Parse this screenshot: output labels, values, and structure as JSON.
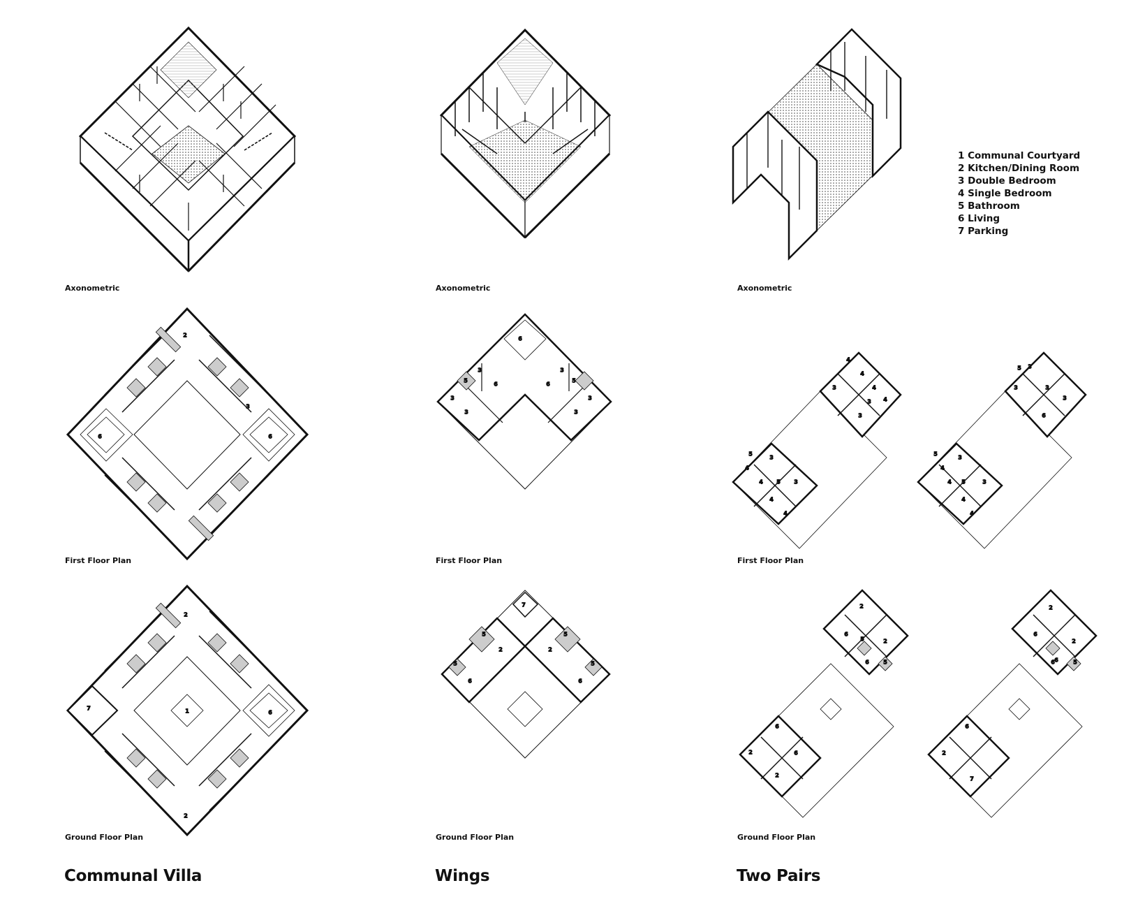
{
  "legend": [
    {
      "num": "1",
      "name": "Communal Courtyard"
    },
    {
      "num": "2",
      "name": "Kitchen/Dining Room"
    },
    {
      "num": "3",
      "name": "Double Bedroom"
    },
    {
      "num": "4",
      "name": "Single Bedroom"
    },
    {
      "num": "5",
      "name": "Bathroom"
    },
    {
      "num": "6",
      "name": "Living"
    },
    {
      "num": "7",
      "name": "Parking"
    }
  ],
  "columns": [
    {
      "title": "Communal Villa",
      "labels": [
        "Axonometric",
        "First Floor Plan",
        "Ground Floor Plan"
      ]
    },
    {
      "title": "Wings",
      "labels": [
        "Axonometric",
        "First Floor Plan",
        "Ground Floor Plan"
      ]
    },
    {
      "title": "Two Pairs",
      "labels": [
        "Axonometric",
        "First Floor Plan",
        "Ground Floor Plan"
      ]
    }
  ],
  "rooms": {
    "villa_first": [
      "2",
      "3",
      "6",
      "6"
    ],
    "villa_ground": [
      "2",
      "2",
      "1",
      "6",
      "7"
    ],
    "wings_first": [
      "6",
      "5",
      "5",
      "3",
      "3",
      "3",
      "3",
      "6",
      "6",
      "3",
      "3"
    ],
    "wings_ground": [
      "7",
      "5",
      "5",
      "5",
      "5",
      "2",
      "2",
      "6",
      "6"
    ],
    "pairs_first": [
      "4",
      "4",
      "3",
      "3",
      "4",
      "4",
      "3",
      "5",
      "5",
      "4",
      "4",
      "3",
      "3",
      "4",
      "4",
      "4",
      "5",
      "3",
      "3",
      "3",
      "6",
      "5",
      "3",
      "3",
      "4",
      "4",
      "5",
      "4",
      "3"
    ],
    "pairs_ground": [
      "2",
      "6",
      "5",
      "2",
      "6",
      "5",
      "6",
      "2",
      "6",
      "2",
      "2",
      "6",
      "6",
      "2",
      "6",
      "5",
      "6",
      "2",
      "7"
    ]
  }
}
